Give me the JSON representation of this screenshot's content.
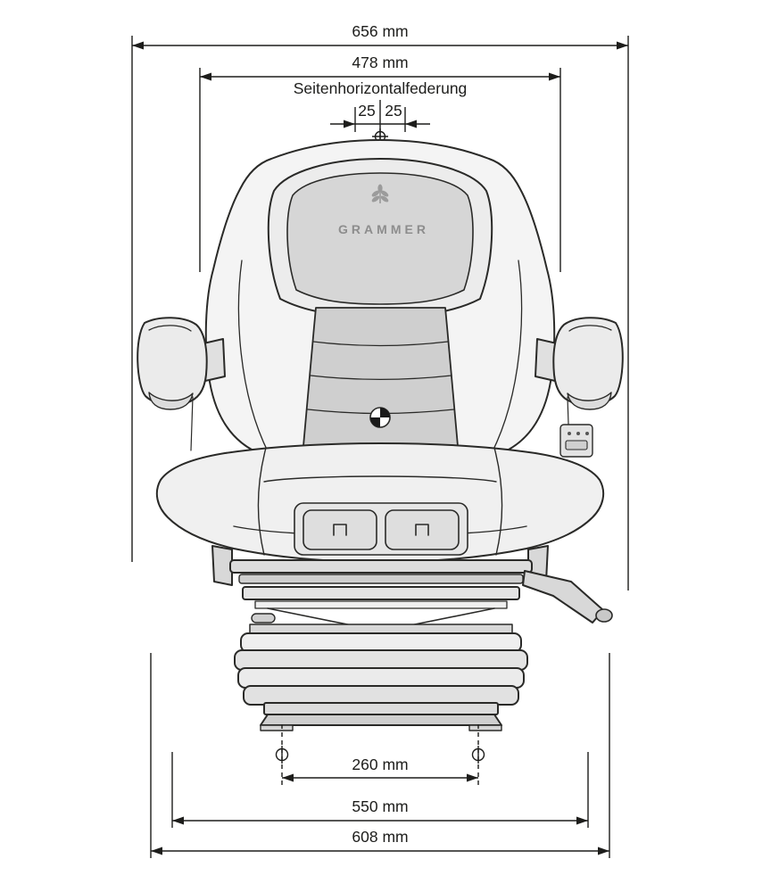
{
  "diagram": {
    "brand": "GRAMMER",
    "suspension_label": "Seitenhorizontalfederung",
    "dims": {
      "total_top_width": "656 mm",
      "backrest_width": "478 mm",
      "suspension_left": "25",
      "suspension_right": "25",
      "mounting_hole_spacing": "260 mm",
      "rail_width": "550 mm",
      "base_width": "608 mm"
    }
  }
}
